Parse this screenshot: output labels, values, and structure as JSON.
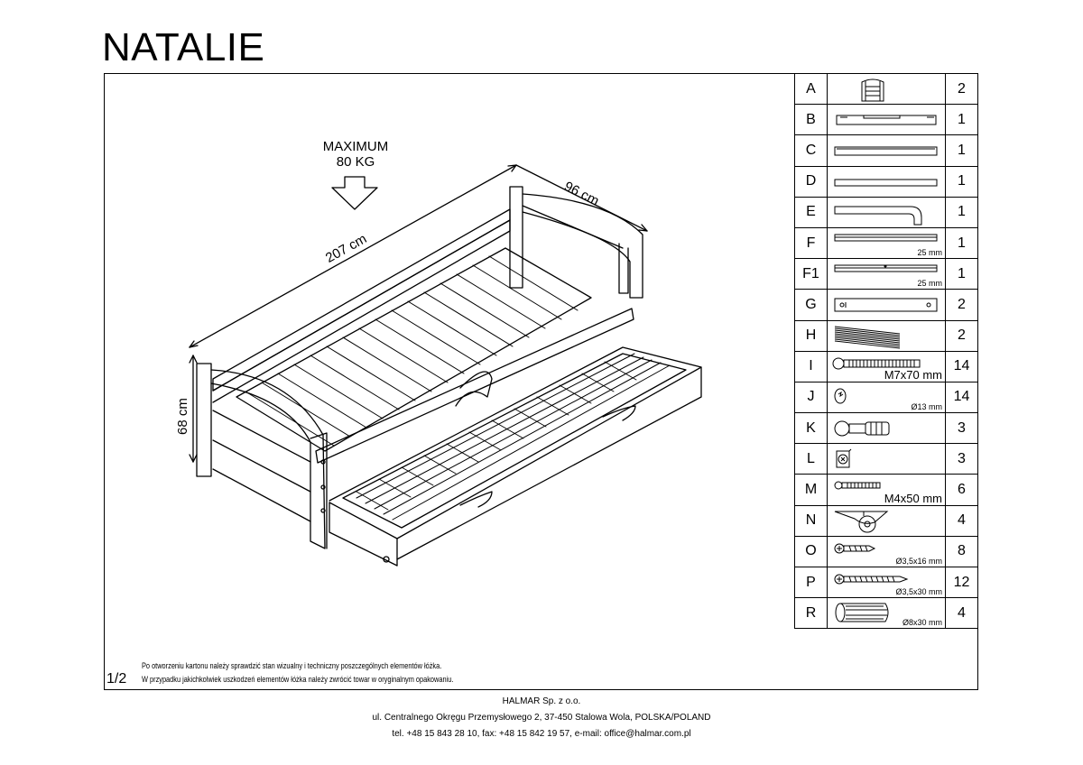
{
  "title": "NATALIE",
  "max_load": {
    "line1": "MAXIMUM",
    "line2": "80 KG"
  },
  "dimensions": {
    "length": "207 cm",
    "depth": "96 cm",
    "height": "68 cm"
  },
  "parts": [
    {
      "letter": "A",
      "qty": "2",
      "icon": "headboard-panel-icon",
      "label": ""
    },
    {
      "letter": "B",
      "qty": "1",
      "icon": "notched-rail-icon",
      "label": ""
    },
    {
      "letter": "C",
      "qty": "1",
      "icon": "side-rail-icon",
      "label": ""
    },
    {
      "letter": "D",
      "qty": "1",
      "icon": "thin-rail-icon",
      "label": ""
    },
    {
      "letter": "E",
      "qty": "1",
      "icon": "curved-backrest-icon",
      "label": ""
    },
    {
      "letter": "F",
      "qty": "1",
      "icon": "slat-support-icon",
      "label": "25 mm"
    },
    {
      "letter": "F1",
      "qty": "1",
      "icon": "slat-support-center-icon",
      "label": "25 mm"
    },
    {
      "letter": "G",
      "qty": "2",
      "icon": "drawer-side-icon",
      "label": ""
    },
    {
      "letter": "H",
      "qty": "2",
      "icon": "slat-bundle-icon",
      "label": ""
    },
    {
      "letter": "I",
      "qty": "14",
      "icon": "bolt-icon",
      "label": "M7x70 mm"
    },
    {
      "letter": "J",
      "qty": "14",
      "icon": "barrel-nut-icon",
      "label": "Ø13 mm"
    },
    {
      "letter": "K",
      "qty": "3",
      "icon": "connector-icon",
      "label": ""
    },
    {
      "letter": "L",
      "qty": "3",
      "icon": "cam-lock-icon",
      "label": ""
    },
    {
      "letter": "M",
      "qty": "6",
      "icon": "small-bolt-icon",
      "label": "M4x50 mm"
    },
    {
      "letter": "N",
      "qty": "4",
      "icon": "caster-wheel-icon",
      "label": ""
    },
    {
      "letter": "O",
      "qty": "8",
      "icon": "short-screw-icon",
      "label": "Ø3,5x16 mm"
    },
    {
      "letter": "P",
      "qty": "12",
      "icon": "long-screw-icon",
      "label": "Ø3,5x30 mm"
    },
    {
      "letter": "R",
      "qty": "4",
      "icon": "wooden-dowel-icon",
      "label": "Ø8x30 mm"
    }
  ],
  "page_number": "1/2",
  "notes": [
    "Po otworzeniu kartonu należy sprawdzić stan wizualny i techniczny poszczególnych elementów łóżka.",
    "W przypadku jakichkolwiek uszkodzeń elementów łóżka należy zwrócić towar w oryginalnym opakowaniu."
  ],
  "footer": [
    "HALMAR Sp. z o.o.",
    "ul. Centralnego Okręgu Przemysłowego 2, 37-450 Stalowa Wola, POLSKA/POLAND",
    "tel. +48 15 843 28 10, fax: +48 15 842 19 57, e-mail: office@halmar.com.pl"
  ]
}
